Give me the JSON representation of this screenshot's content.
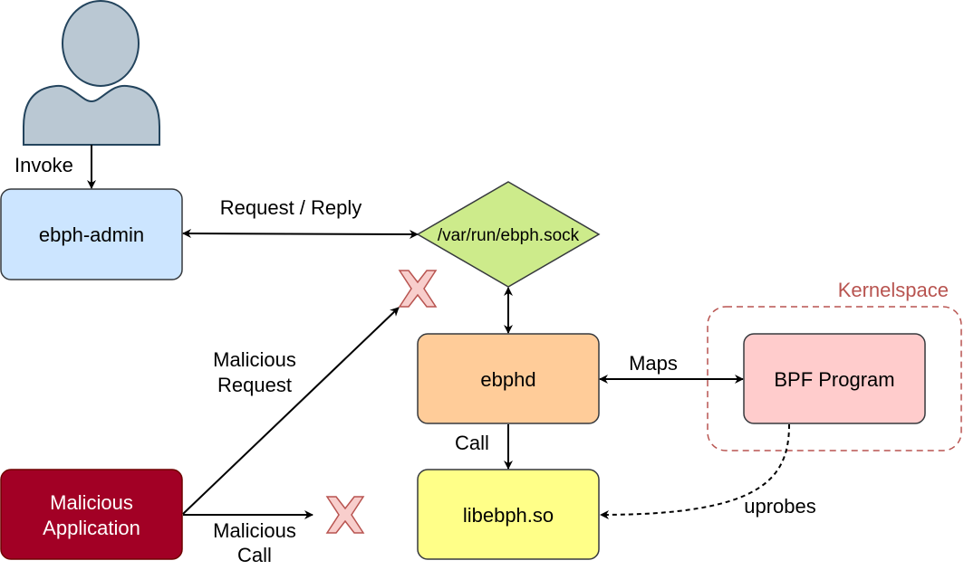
{
  "nodes": {
    "admin": {
      "label": "ebph-admin",
      "fill": "#cce5ff",
      "stroke": "#36393d"
    },
    "sock": {
      "label": "/var/run/ebph.sock",
      "fill": "#cdeb8b",
      "stroke": "#36393d"
    },
    "daemon": {
      "label": "ebphd",
      "fill": "#ffcc99",
      "stroke": "#36393d"
    },
    "bpf": {
      "label": "BPF Program",
      "fill": "#ffcccc",
      "stroke": "#36393d"
    },
    "lib": {
      "label": "libebph.so",
      "fill": "#ffff88",
      "stroke": "#36393d"
    },
    "malicious_app": {
      "line1": "Malicious",
      "line2": "Application",
      "fill": "#a20025",
      "stroke": "#6f0000"
    }
  },
  "groups": {
    "kernelspace": {
      "label": "Kernelspace",
      "stroke": "#b85450"
    }
  },
  "edges": {
    "invoke": "Invoke",
    "request_reply": "Request / Reply",
    "maps": "Maps",
    "call": "Call",
    "uprobes": "uprobes",
    "malicious_request": {
      "line1": "Malicious",
      "line2": "Request"
    },
    "malicious_call": {
      "line1": "Malicious",
      "line2": "Call"
    }
  },
  "icons": {
    "user": "user-icon",
    "blocked": "x-mark-icon"
  },
  "colors": {
    "user_fill": "#bac8d3",
    "user_stroke": "#23445d",
    "x_fill": "#f8cecc",
    "x_stroke": "#b85450"
  }
}
